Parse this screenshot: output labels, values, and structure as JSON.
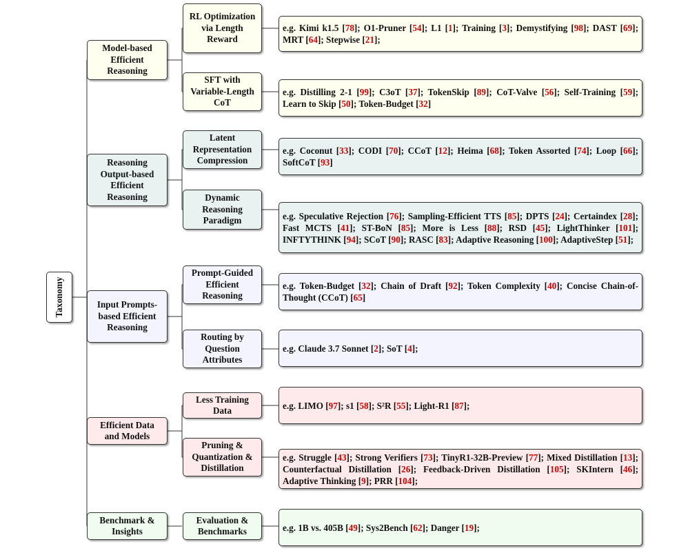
{
  "root": {
    "label": "Taxonomy"
  },
  "colors": {
    "model": "#fffff0",
    "output": "#e9f2f1",
    "prompt": "#f3f4fe",
    "data": "#feeaea",
    "benchmark": "#f0fcf0",
    "reference": "#d40000",
    "line": "#333333"
  },
  "categories": [
    {
      "label": "Model-based Efficient Reasoning",
      "subcategories": [
        {
          "label": "RL Optimization via Length Reward",
          "examples": [
            {
              "pre": "e.g.  Kimi k1.5 [",
              "ref": "78",
              "post": "]; "
            },
            {
              "pre": "O1-Pruner [",
              "ref": "54",
              "post": "]; "
            },
            {
              "pre": "L1 [",
              "ref": "1",
              "post": "]; "
            },
            {
              "pre": "Training [",
              "ref": "3",
              "post": "]; "
            },
            {
              "pre": "Demystifying [",
              "ref": "98",
              "post": "]; "
            },
            {
              "pre": "DAST [",
              "ref": "69",
              "post": "]; "
            },
            {
              "pre": "MRT [",
              "ref": "64",
              "post": "]; "
            },
            {
              "pre": "Stepwise [",
              "ref": "21",
              "post": "];"
            }
          ]
        },
        {
          "label": "SFT with Variable-Length CoT",
          "examples": [
            {
              "pre": "e.g.  Distilling 2-1 [",
              "ref": "99",
              "post": "]; "
            },
            {
              "pre": "C3oT [",
              "ref": "37",
              "post": "]; "
            },
            {
              "pre": "TokenSkip [",
              "ref": "89",
              "post": "]; "
            },
            {
              "pre": "CoT-Valve [",
              "ref": "56",
              "post": "]; "
            },
            {
              "pre": "Self-Training [",
              "ref": "59",
              "post": "]; "
            },
            {
              "pre": "Learn to Skip [",
              "ref": "50",
              "post": "]; "
            },
            {
              "pre": "Token-Budget [",
              "ref": "32",
              "post": "]"
            }
          ]
        }
      ]
    },
    {
      "label": "Reasoning Output-based Efficient Reasoning",
      "subcategories": [
        {
          "label": "Latent Representation Compression",
          "examples": [
            {
              "pre": "e.g.  Coconut [",
              "ref": "33",
              "post": "]; "
            },
            {
              "pre": "CODI [",
              "ref": "70",
              "post": "]; "
            },
            {
              "pre": "CCoT [",
              "ref": "12",
              "post": "]; "
            },
            {
              "pre": "Heima [",
              "ref": "68",
              "post": "]; "
            },
            {
              "pre": "Token Assorted [",
              "ref": "74",
              "post": "]; "
            },
            {
              "pre": "Loop [",
              "ref": "66",
              "post": "]; "
            },
            {
              "pre": "SoftCoT [",
              "ref": "93",
              "post": "]"
            }
          ]
        },
        {
          "label": "Dynamic Reasoning Paradigm",
          "examples": [
            {
              "pre": "e.g.  Speculative Rejection [",
              "ref": "76",
              "post": "]; "
            },
            {
              "pre": "Sampling-Efficient TTS [",
              "ref": "85",
              "post": "]; "
            },
            {
              "pre": "DPTS [",
              "ref": "24",
              "post": "]; "
            },
            {
              "pre": "Certaindex [",
              "ref": "28",
              "post": "]; "
            },
            {
              "pre": "Fast MCTS [",
              "ref": "41",
              "post": "]; "
            },
            {
              "pre": "ST-BoN [",
              "ref": "85",
              "post": "]; "
            },
            {
              "pre": "More is Less [",
              "ref": "88",
              "post": "]; "
            },
            {
              "pre": "RSD [",
              "ref": "45",
              "post": "]; "
            },
            {
              "pre": "LightThinker [",
              "ref": "101",
              "post": "]; "
            },
            {
              "pre": "INFTYTHINK [",
              "ref": "94",
              "post": "]; "
            },
            {
              "pre": "SCoT [",
              "ref": "90",
              "post": "]; "
            },
            {
              "pre": "RASC [",
              "ref": "83",
              "post": "]; "
            },
            {
              "pre": "Adaptive Reasoning [",
              "ref": "100",
              "post": "]; "
            },
            {
              "pre": "AdaptiveStep [",
              "ref": "51",
              "post": "];"
            }
          ]
        }
      ]
    },
    {
      "label": "Input Prompts-based Efficient Reasoning",
      "subcategories": [
        {
          "label": "Prompt-Guided Efficient Reasoning",
          "examples": [
            {
              "pre": "e.g.  Token-Budget [",
              "ref": "32",
              "post": "]; "
            },
            {
              "pre": "Chain of Draft [",
              "ref": "92",
              "post": "]; "
            },
            {
              "pre": "Token Complexity [",
              "ref": "40",
              "post": "]; "
            },
            {
              "pre": "Concise Chain-of-Thought (CCoT) [",
              "ref": "65",
              "post": "]"
            }
          ]
        },
        {
          "label": "Routing by Question Attributes",
          "examples": [
            {
              "pre": "e.g.  Claude 3.7 Sonnet [",
              "ref": "2",
              "post": "]; "
            },
            {
              "pre": "SoT [",
              "ref": "4",
              "post": "];"
            }
          ]
        }
      ]
    },
    {
      "label": "Efficient Data and Models",
      "subcategories": [
        {
          "label": "Less Training Data",
          "examples": [
            {
              "pre": "e.g.  LIMO [",
              "ref": "97",
              "post": "]; "
            },
            {
              "pre": "s1 [",
              "ref": "58",
              "post": "]; "
            },
            {
              "pre": "S²R [",
              "ref": "55",
              "post": "]; "
            },
            {
              "pre": "Light-R1 [",
              "ref": "87",
              "post": "];"
            }
          ]
        },
        {
          "label": "Pruning & Quantization & Distillation",
          "examples": [
            {
              "pre": "e.g.  Struggle [",
              "ref": "43",
              "post": "]; "
            },
            {
              "pre": "Strong Verifiers [",
              "ref": "73",
              "post": "]; "
            },
            {
              "pre": "TinyR1-32B-Preview [",
              "ref": "77",
              "post": "]; "
            },
            {
              "pre": "Mixed Distillation [",
              "ref": "13",
              "post": "]; "
            },
            {
              "pre": "Counterfactual Distillation [",
              "ref": "26",
              "post": "]; "
            },
            {
              "pre": "Feedback-Driven Distillation [",
              "ref": "105",
              "post": "]; "
            },
            {
              "pre": "SKIntern [",
              "ref": "46",
              "post": "]; "
            },
            {
              "pre": "Adaptive Thinking [",
              "ref": "9",
              "post": "]; "
            },
            {
              "pre": "PRR [",
              "ref": "104",
              "post": "];"
            }
          ]
        }
      ]
    },
    {
      "label": "Benchmark & Insights",
      "subcategories": [
        {
          "label": "Evaluation & Benchmarks",
          "examples": [
            {
              "pre": "e.g.  1B vs. 405B [",
              "ref": "49",
              "post": "]; "
            },
            {
              "pre": "Sys2Bench [",
              "ref": "62",
              "post": "]; "
            },
            {
              "pre": "Danger [",
              "ref": "19",
              "post": "];"
            }
          ]
        }
      ]
    }
  ]
}
